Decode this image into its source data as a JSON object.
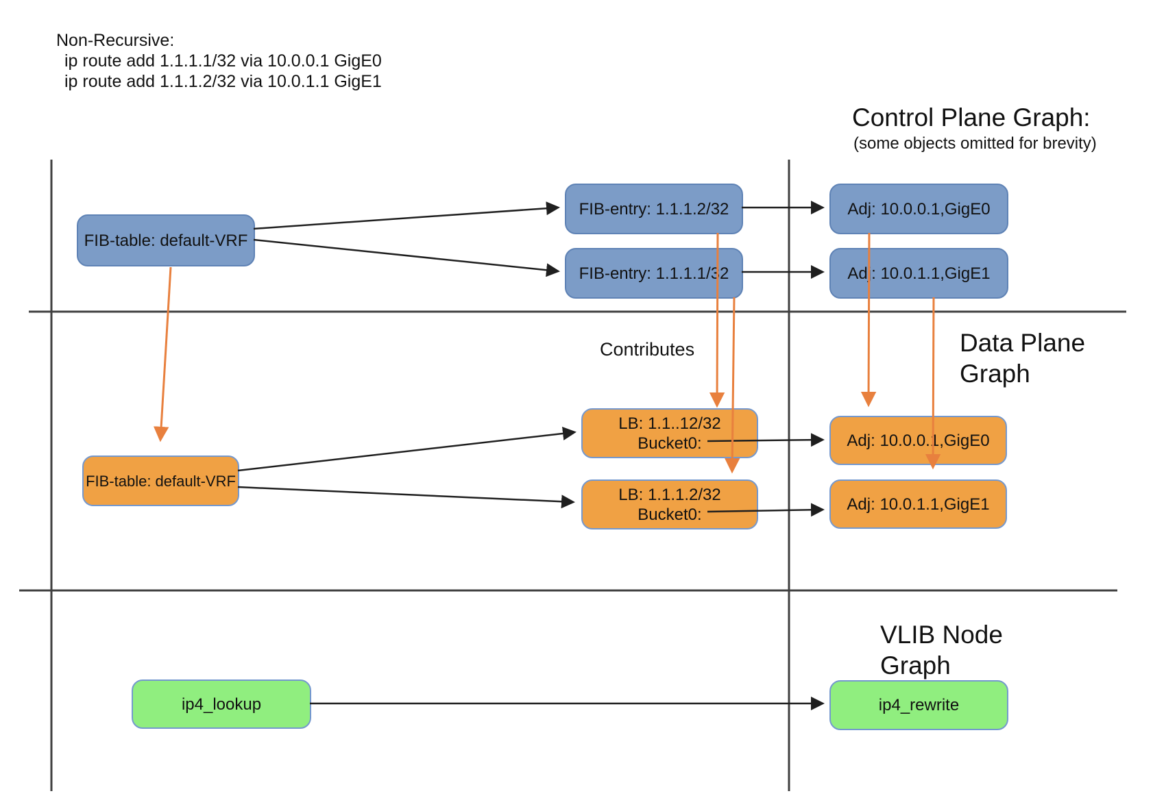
{
  "header": {
    "title": "Non-Recursive:",
    "command1": "ip route add 1.1.1.1/32 via 10.0.0.1 GigE0",
    "command2": "ip route add 1.1.1.2/32 via 10.0.1.1 GigE1"
  },
  "sections": {
    "control_plane": {
      "title": "Control Plane Graph:",
      "subtitle": "(some objects omitted for brevity)"
    },
    "data_plane": {
      "title_line1": "Data Plane",
      "title_line2": "Graph",
      "contributes_label": "Contributes"
    },
    "vlib": {
      "title_line1": "VLIB Node",
      "title_line2": "Graph"
    }
  },
  "nodes": {
    "cp_fib_table": {
      "label": "FIB-table: default-VRF"
    },
    "cp_fib_entry_2": {
      "label": "FIB-entry: 1.1.1.2/32"
    },
    "cp_fib_entry_1": {
      "label": "FIB-entry: 1.1.1.1/32"
    },
    "cp_adj_0": {
      "label": "Adj: 10.0.0.1,GigE0"
    },
    "cp_adj_1": {
      "label": "Adj: 10.0.1.1,GigE1"
    },
    "dp_fib_table": {
      "label": "FIB-table: default-VRF"
    },
    "dp_lb_1": {
      "line1": "LB: 1.1..12/32",
      "line2": "Bucket0:"
    },
    "dp_lb_2": {
      "line1": "LB: 1.1.1.2/32",
      "line2": "Bucket0:"
    },
    "dp_adj_0": {
      "label": "Adj: 10.0.0.1,GigE0"
    },
    "dp_adj_1": {
      "label": "Adj: 10.0.1.1,GigE1"
    },
    "vlib_ip4_lookup": {
      "label": "ip4_lookup"
    },
    "vlib_ip4_rewrite": {
      "label": "ip4_rewrite"
    }
  },
  "colors": {
    "control_plane_node": "#7C9CC7",
    "control_plane_border": "#5E82B5",
    "data_plane_node": "#F0A144",
    "vlib_node": "#90EE7F",
    "accent_border": "#7498CE",
    "arrow_black": "#1f1f1f",
    "arrow_orange": "#E8803E",
    "divider": "#3f3f3f"
  }
}
